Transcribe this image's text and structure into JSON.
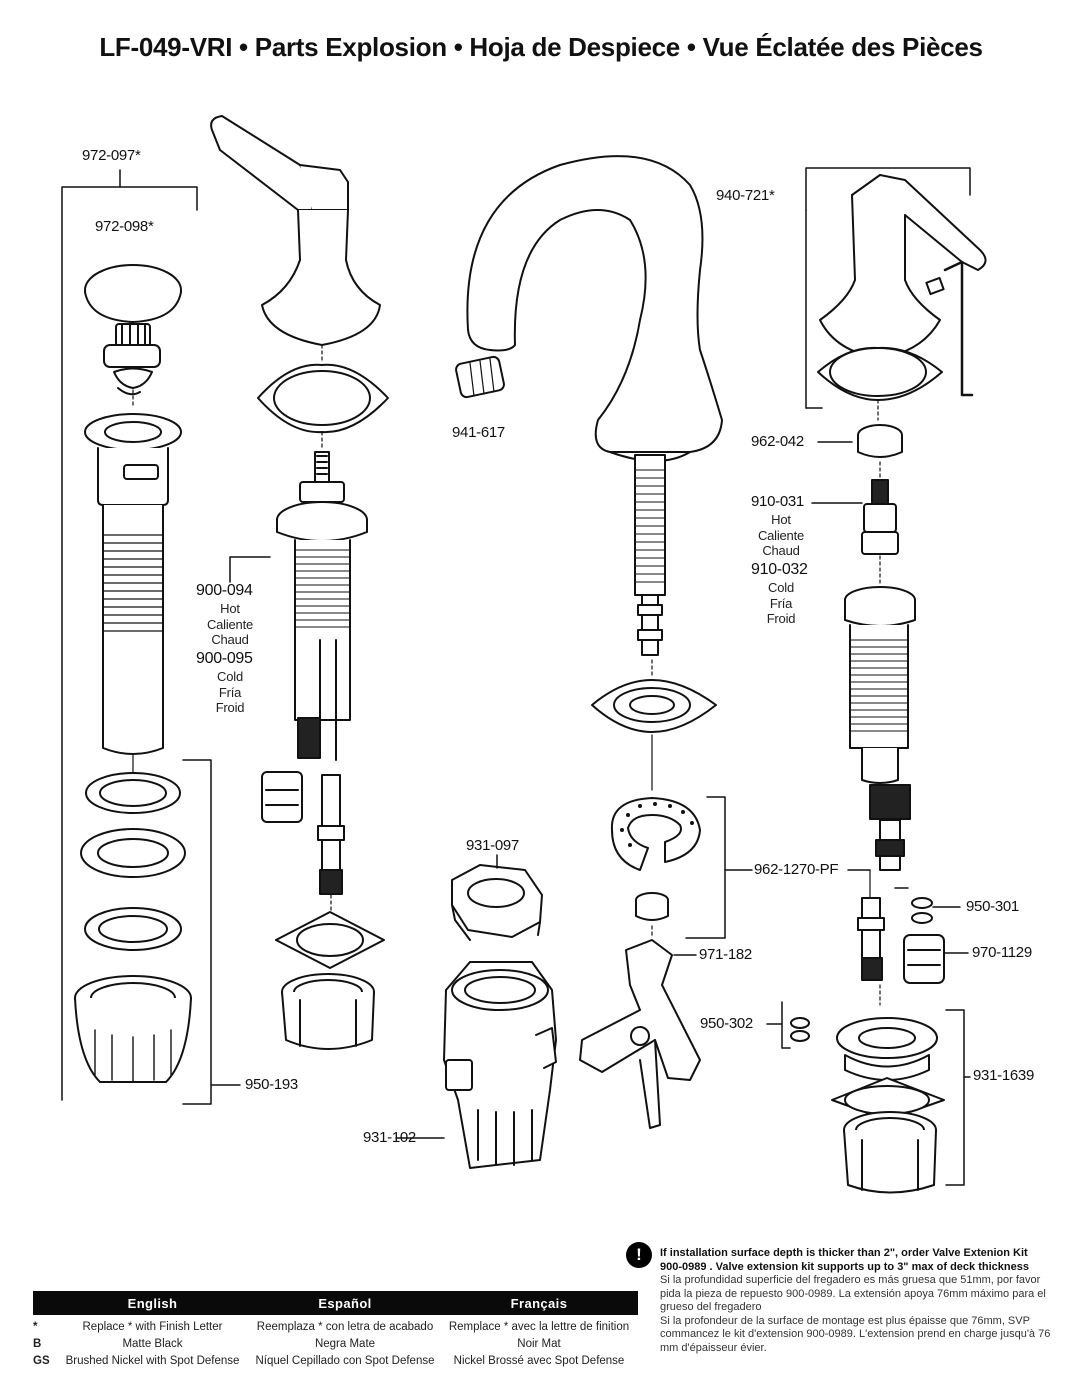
{
  "title": "LF-049-VRI • Parts Explosion • Hoja de Despiece • Vue Éclatée des Pièces",
  "parts": {
    "p972_097": "972-097*",
    "p972_098": "972-098*",
    "p940_721": "940-721*",
    "p941_617": "941-617",
    "p962_042": "962-042",
    "p910_031": "910-031",
    "p910_032": "910-032",
    "p900_094": "900-094",
    "p900_095": "900-095",
    "p931_097": "931-097",
    "p962_1270": "962-1270-PF",
    "p950_301": "950-301",
    "p970_1129": "970-1129",
    "p971_182": "971-182",
    "p950_302": "950-302",
    "p931_1639": "931-1639",
    "p950_193": "950-193",
    "p931_102": "931-102"
  },
  "hot_labels": [
    "Hot",
    "Caliente",
    "Chaud"
  ],
  "cold_labels": [
    "Cold",
    "Fría",
    "Froid"
  ],
  "legend": {
    "headers": [
      "English",
      "Español",
      "Français"
    ],
    "rows": [
      {
        "key": "*",
        "en": "Replace * with Finish Letter",
        "es": "Reemplaza * con letra de acabado",
        "fr": "Remplace * avec la lettre de finition"
      },
      {
        "key": "B",
        "en": "Matte Black",
        "es": "Negra Mate",
        "fr": "Noir Mat"
      },
      {
        "key": "GS",
        "en": "Brushed Nickel with Spot Defense",
        "es": "Níquel Cepillado con Spot Defense",
        "fr": "Nickel Brossé avec Spot Defense"
      }
    ]
  },
  "note": {
    "icon": "!",
    "bold_line1": "If installation surface depth is thicker than 2\", order Valve Extenion Kit",
    "bold_line2": "900-0989 . Valve extension kit supports up to 3\" max of deck thickness",
    "es": "Si la profundidad superficie del fregadero es más gruesa que 51mm, por favor pida la pieza de repuesto 900-0989. La extensión apoya 76mm máximo para el grueso del fregadero",
    "fr": "Si la profondeur de la surface de montage est plus épaisse que 76mm, SVP commancez le kit d'extension 900-0989. L'extension prend en charge jusqu'à 76 mm d'épaisseur évier."
  }
}
